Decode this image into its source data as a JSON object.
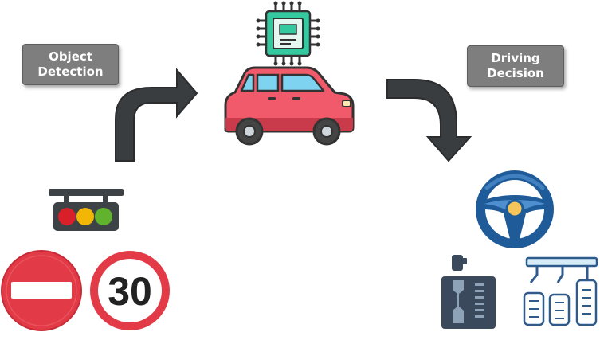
{
  "labels": {
    "object_detection": [
      "Object",
      "Detection"
    ],
    "driving_decision": [
      "Driving",
      "Decision"
    ]
  },
  "speed_limit_sign": {
    "value": "30"
  },
  "icons": [
    "cpu-chip-icon",
    "car-icon",
    "traffic-light-icon",
    "no-entry-sign-icon",
    "speed-limit-sign-icon",
    "steering-wheel-icon",
    "gear-shifter-icon",
    "pedals-icon",
    "curved-arrow-icon"
  ],
  "colors": {
    "label_bg": "#7e7e7e",
    "arrow": "#3a3d3f",
    "car_body": "#f05a6a",
    "car_window": "#7ed3f0",
    "chip": "#35c9a0",
    "sign_red": "#e23a46",
    "wheel_blue": "#1f5b99",
    "pedal_blue": "#2e5a8c"
  }
}
